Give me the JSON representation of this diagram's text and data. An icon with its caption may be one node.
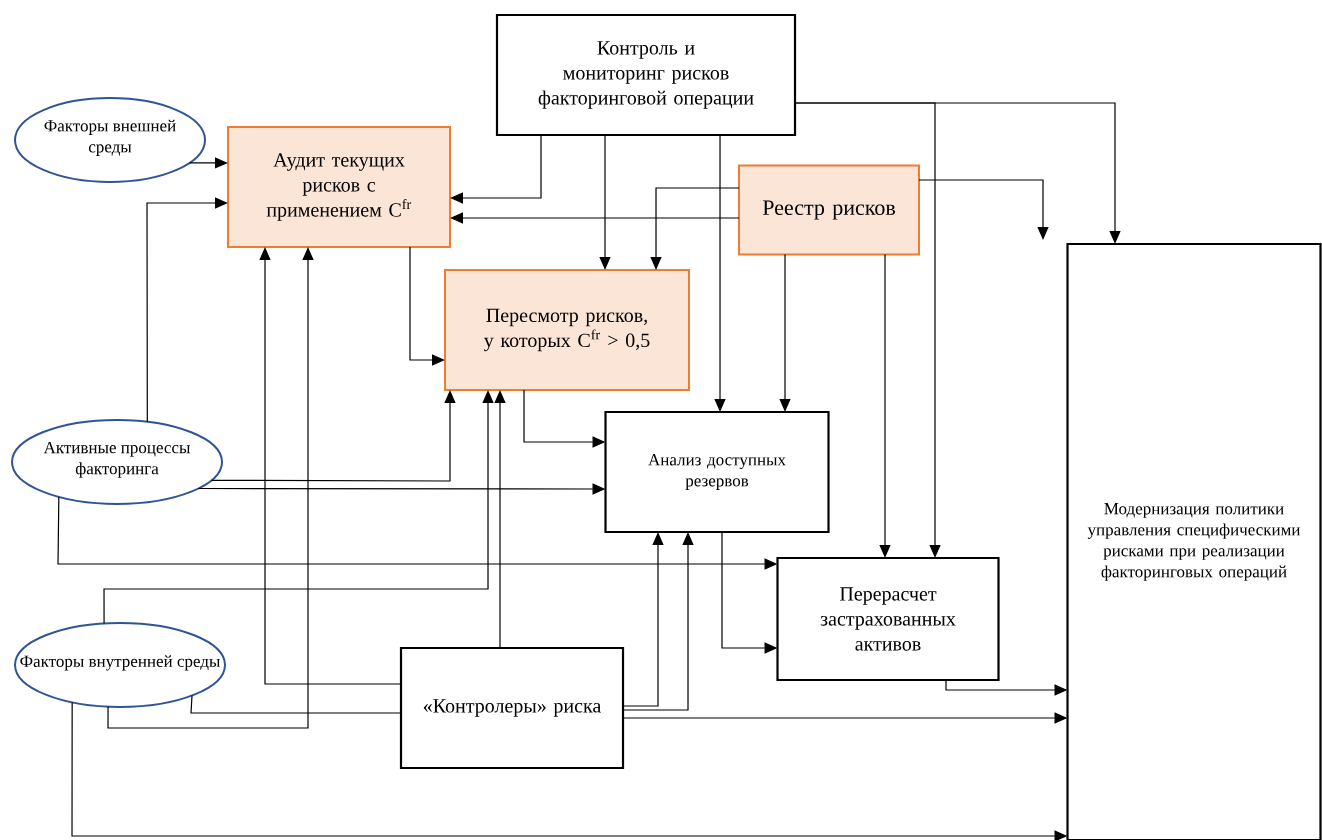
{
  "diagram": {
    "nodes": [
      {
        "text": [
          "Контроль и мониторинг рисков факторинговой операции"
        ]
      },
      {
        "text": [
          "Факторы внешней среды"
        ]
      },
      {
        "text": [
          "Аудит текущих рисков с применением C$^{fr}$"
        ]
      },
      {
        "text": [
          "Реестр рисков"
        ]
      },
      {
        "text": [
          "Пересмотр рисков, у которых C$^{fr}$ > 0,5"
        ]
      },
      {
        "text": [
          "Активные процессы факторинга"
        ]
      },
      {
        "text": [
          "Анализ доступных резервов"
        ]
      },
      {
        "text": [
          "Модернизация политики управления специфическими рисками при реализации факторинговых операций"
        ]
      },
      {
        "text": [
          "Перерасчет застрахованных активов"
        ]
      },
      {
        "text": [
          "Факторы внутренней среды"
        ]
      },
      {
        "text": [
          "«Контролеры» риска"
        ]
      }
    ],
    "edges": [
      {
        "from": 1,
        "to": 2,
        "arrow": "to"
      },
      {
        "from": 5,
        "to": 2,
        "arrow": "to"
      },
      {
        "from": 0,
        "to": 2,
        "arrow": "to"
      },
      {
        "from": 3,
        "to": 2,
        "arrow": "to"
      },
      {
        "from": 0,
        "to": 4,
        "arrow": "to"
      },
      {
        "from": 3,
        "to": 4,
        "arrow": "to"
      },
      {
        "from": 2,
        "to": 4,
        "arrow": "to"
      },
      {
        "from": 0,
        "to": 6,
        "arrow": "to"
      },
      {
        "from": 3,
        "to": 6,
        "arrow": "to"
      },
      {
        "from": 4,
        "to": 6,
        "arrow": "to"
      },
      {
        "from": 5,
        "to": 4,
        "arrow": "to"
      },
      {
        "from": 5,
        "to": 6,
        "arrow": "to"
      },
      {
        "from": 5,
        "to": 8,
        "arrow": "to"
      },
      {
        "from": 9,
        "to": 4,
        "arrow": "to"
      },
      {
        "from": 10,
        "to": 4,
        "arrow": "to"
      },
      {
        "from": 10,
        "to": 2,
        "arrow": "to"
      },
      {
        "from": 9,
        "to": 2,
        "arrow": "to"
      },
      {
        "from": 9,
        "to": 10,
        "arrow": "none"
      },
      {
        "from": 10,
        "to": 6,
        "arrow": "to"
      },
      {
        "from": 10,
        "to": 6,
        "arrow": "to"
      },
      {
        "from": 10,
        "to": 7,
        "arrow": "to"
      },
      {
        "from": 6,
        "to": 8,
        "arrow": "to"
      },
      {
        "from": 8,
        "to": 7,
        "arrow": "to"
      },
      {
        "from": 0,
        "to": 8,
        "arrow": "to"
      },
      {
        "from": 0,
        "to": 7,
        "arrow": "to"
      },
      {
        "from": 3,
        "to": 8,
        "arrow": "to"
      },
      {
        "from": 3,
        "to": null,
        "arrow": "to"
      },
      {
        "from": 9,
        "to": 7,
        "arrow": "to"
      }
    ]
  }
}
